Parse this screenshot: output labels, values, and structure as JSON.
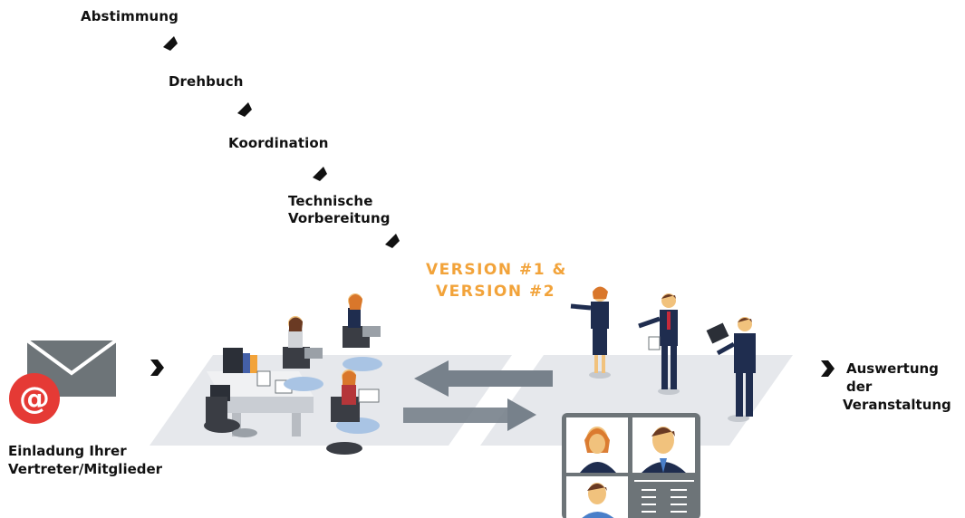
{
  "steps": [
    "Abstimmung",
    "Drehbuch",
    "Koordination",
    "Technische",
    "Vorbereitung"
  ],
  "version": {
    "line1": "VERSION #1 &",
    "line2": "VERSION #2"
  },
  "left_label": {
    "line1": "Einladung Ihrer",
    "line2": "Vertreter/Mitglieder"
  },
  "right_label": {
    "line1": "Auswertung der",
    "line2": "Veranstaltung"
  },
  "email_icon_char": "@",
  "colors": {
    "accent": "#f2a33a",
    "floor": "#e6e8ec",
    "arrow": "#77818b",
    "envelope": "#6d7478",
    "at_badge": "#e53a35",
    "navy": "#1f2d4f"
  }
}
